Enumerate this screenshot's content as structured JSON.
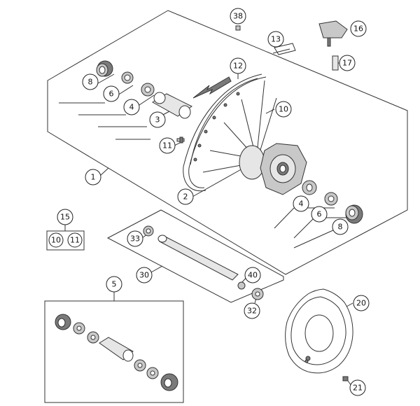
{
  "diagram": {
    "labels": {
      "p1": "1",
      "p2": "2",
      "p3": "3",
      "p4_top": "4",
      "p4_right": "4",
      "p5": "5",
      "p6_top": "6",
      "p6_right": "6",
      "p8_top": "8",
      "p8_right": "8",
      "p10": "10",
      "p11": "11",
      "p12": "12",
      "p13": "13",
      "p15": "15",
      "p15_a": "10",
      "p15_b": "11",
      "p16": "16",
      "p17": "17",
      "p20": "20",
      "p21": "21",
      "p30": "30",
      "p32": "32",
      "p33": "33",
      "p38": "38",
      "p40": "40"
    }
  }
}
